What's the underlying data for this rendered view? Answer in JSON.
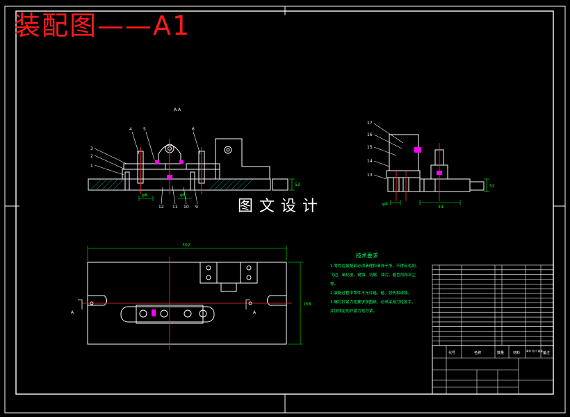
{
  "drawing": {
    "title": "装配图——A1",
    "watermark": "图文设计",
    "section_label": "A-A",
    "section_mark": "A"
  },
  "part_callouts": {
    "front_view": [
      "4",
      "5",
      "6",
      "3",
      "2",
      "1",
      "12",
      "11",
      "10",
      "9"
    ],
    "side_view": [
      "17",
      "16",
      "15",
      "14",
      "13"
    ]
  },
  "dimensions": {
    "overall_length": "302",
    "overall_width": "158",
    "front_h1": "φ8",
    "front_h2": "φ8",
    "front_right": "52",
    "side_right": "52",
    "side_bottom_left": "φ8",
    "side_bottom_right": "34"
  },
  "tech_notes": {
    "heading": "技术要求",
    "lines": [
      "1.零件在装配前必须清理和清洗干净，不得有毛刺、",
      "飞边、氧化皮、锈蚀、切屑、油污、着色剂和灰尘",
      "等。",
      "2.装配过程中零件不允许磕、碰、划伤和锈蚀。",
      "3.螺钉拧紧力矩要求按图纸，必须采用力矩扳手，",
      "并按规定的拧紧力矩拧紧。"
    ]
  },
  "title_block": {
    "col_code": "代号",
    "col_name": "名称",
    "col_qty": "数量",
    "col_material": "材料",
    "col_weight": "单件 总计 重量",
    "col_remark": "备注"
  },
  "colors": {
    "background": "#000000",
    "frame": "#ffffff",
    "title": "#ff1a1a",
    "dimension": "#00ff00",
    "callout": "#ffffff",
    "hatch": "#00ffff",
    "highlight": "#ff00ff",
    "centerline": "#ff3030",
    "notes": "#00ff66"
  }
}
